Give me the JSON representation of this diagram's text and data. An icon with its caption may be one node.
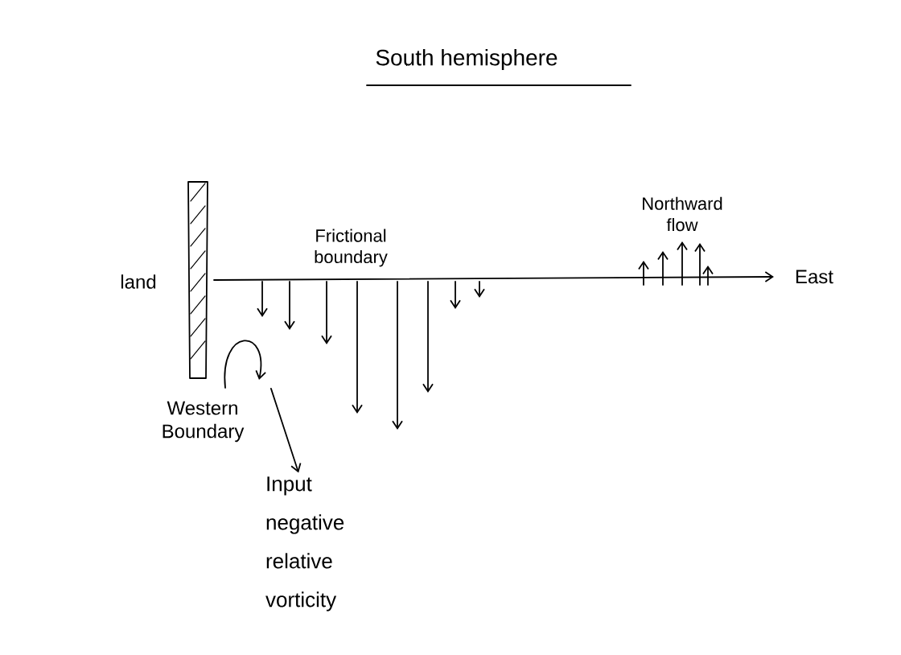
{
  "diagram": {
    "title": "South hemisphere",
    "nodes": [
      {
        "text": [],
        "shape": "arrow"
      },
      {
        "text": [
          "Input negative relative vorticity"
        ]
      }
    ],
    "edges": [
      {
        "from": 0,
        "to": 1,
        "arrow": "to"
      }
    ],
    "labels": [
      "land",
      "Frictional boundary",
      "Northward flow",
      "East",
      "Western Boundary"
    ]
  }
}
